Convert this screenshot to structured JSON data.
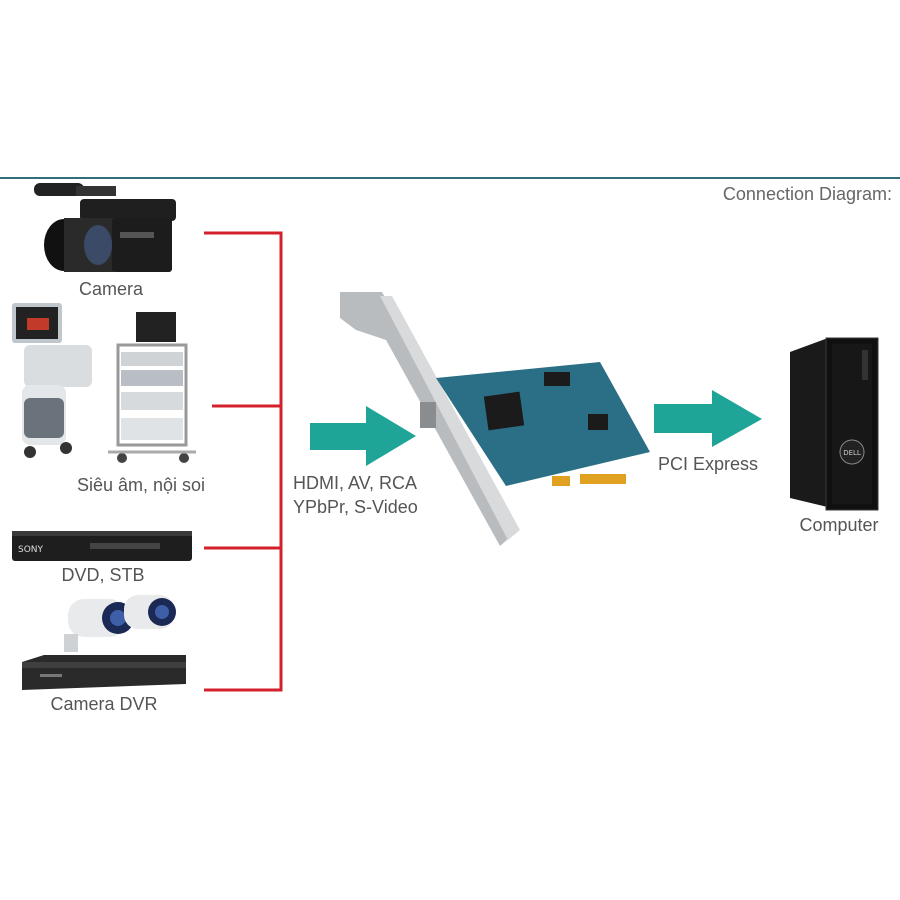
{
  "header": {
    "title": "Connection Diagram:"
  },
  "sources": [
    {
      "label": "Camera"
    },
    {
      "label": "Siêu âm, nội soi"
    },
    {
      "label": "DVD, STB"
    },
    {
      "label": "Camera DVR"
    }
  ],
  "input_arrow": {
    "lines": [
      "HDMI, AV, RCA",
      "YPbPr, S-Video"
    ]
  },
  "output_arrow": {
    "label": "PCI Express"
  },
  "target": {
    "label": "Computer"
  },
  "dvd_brand": "SONY",
  "pc_brand": "DELL",
  "colors": {
    "connector": "#d4202a",
    "arrow": "#1fa597",
    "rule": "#2e6f7a",
    "pcb": "#2a6f86"
  }
}
